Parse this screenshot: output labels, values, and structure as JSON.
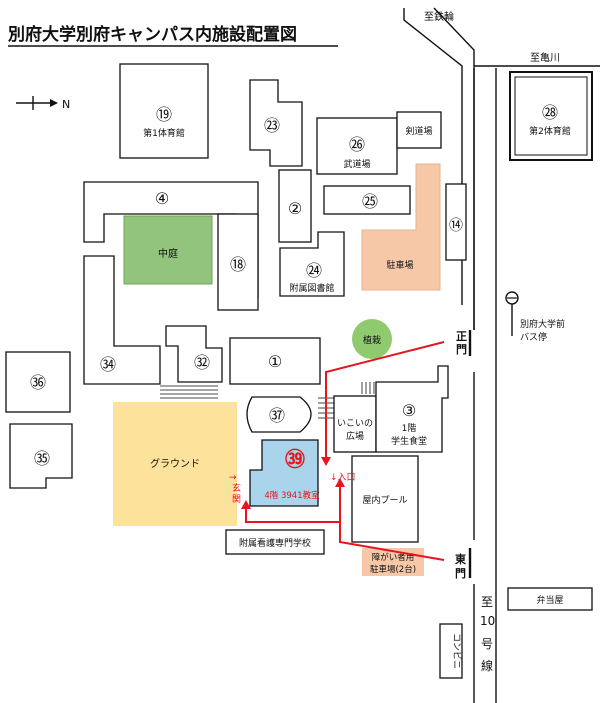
{
  "title": "別府大学別府キャンパス内施設配置図",
  "north_arrow": "N",
  "roads": {
    "railway": "至鉄輪",
    "kamegawa": "至亀川",
    "route10": [
      "至",
      "10",
      "号",
      "線"
    ]
  },
  "gates": {
    "main": [
      "正",
      "門"
    ],
    "east": [
      "東",
      "門"
    ]
  },
  "buildings": {
    "b19": {
      "num": "⑲",
      "name": "第1体育館"
    },
    "b23": {
      "num": "㉓"
    },
    "b26": {
      "num": "㉖",
      "name": "武道場"
    },
    "kendo": "剣道場",
    "b28": {
      "num": "㉘",
      "name": "第2体育館"
    },
    "b4": {
      "num": "④"
    },
    "b2": {
      "num": "②"
    },
    "b25": {
      "num": "㉕"
    },
    "b14": {
      "num": "⑭"
    },
    "courtyard": "中庭",
    "b18": {
      "num": "⑱"
    },
    "b24": {
      "num": "㉔",
      "name": "附属図書館"
    },
    "parking": "駐車場",
    "bus_stop": [
      "別府大学前",
      "バス停"
    ],
    "planting": "植栽",
    "b34": {
      "num": "㉞"
    },
    "b32": {
      "num": "㉜"
    },
    "b1": {
      "num": "①"
    },
    "b36": {
      "num": "㊱"
    },
    "b37": {
      "num": "㊲"
    },
    "plaza": [
      "いこいの",
      "広場"
    ],
    "b3": {
      "num": "③",
      "name": [
        "1階",
        "学生食堂"
      ]
    },
    "b35": {
      "num": "㉟"
    },
    "ground": "グラウンド",
    "b39": {
      "num": "㊴",
      "room": "4階 3941教室"
    },
    "genkan": [
      "→",
      "玄",
      "関"
    ],
    "entrance": "↓入口",
    "pool": "屋内プール",
    "nursing": "附属看護専門学校",
    "disabled_parking": [
      "障がい者用",
      "駐車場(2台)"
    ],
    "bento": "弁当屋",
    "konbini": "コンビニ"
  },
  "colors": {
    "courtyard": "#93c47d",
    "parking": "#f7c8a8",
    "ground": "#fde29b",
    "b39": "#a9d4ec",
    "route": "#e8141e",
    "planting": "#8fca6e"
  }
}
